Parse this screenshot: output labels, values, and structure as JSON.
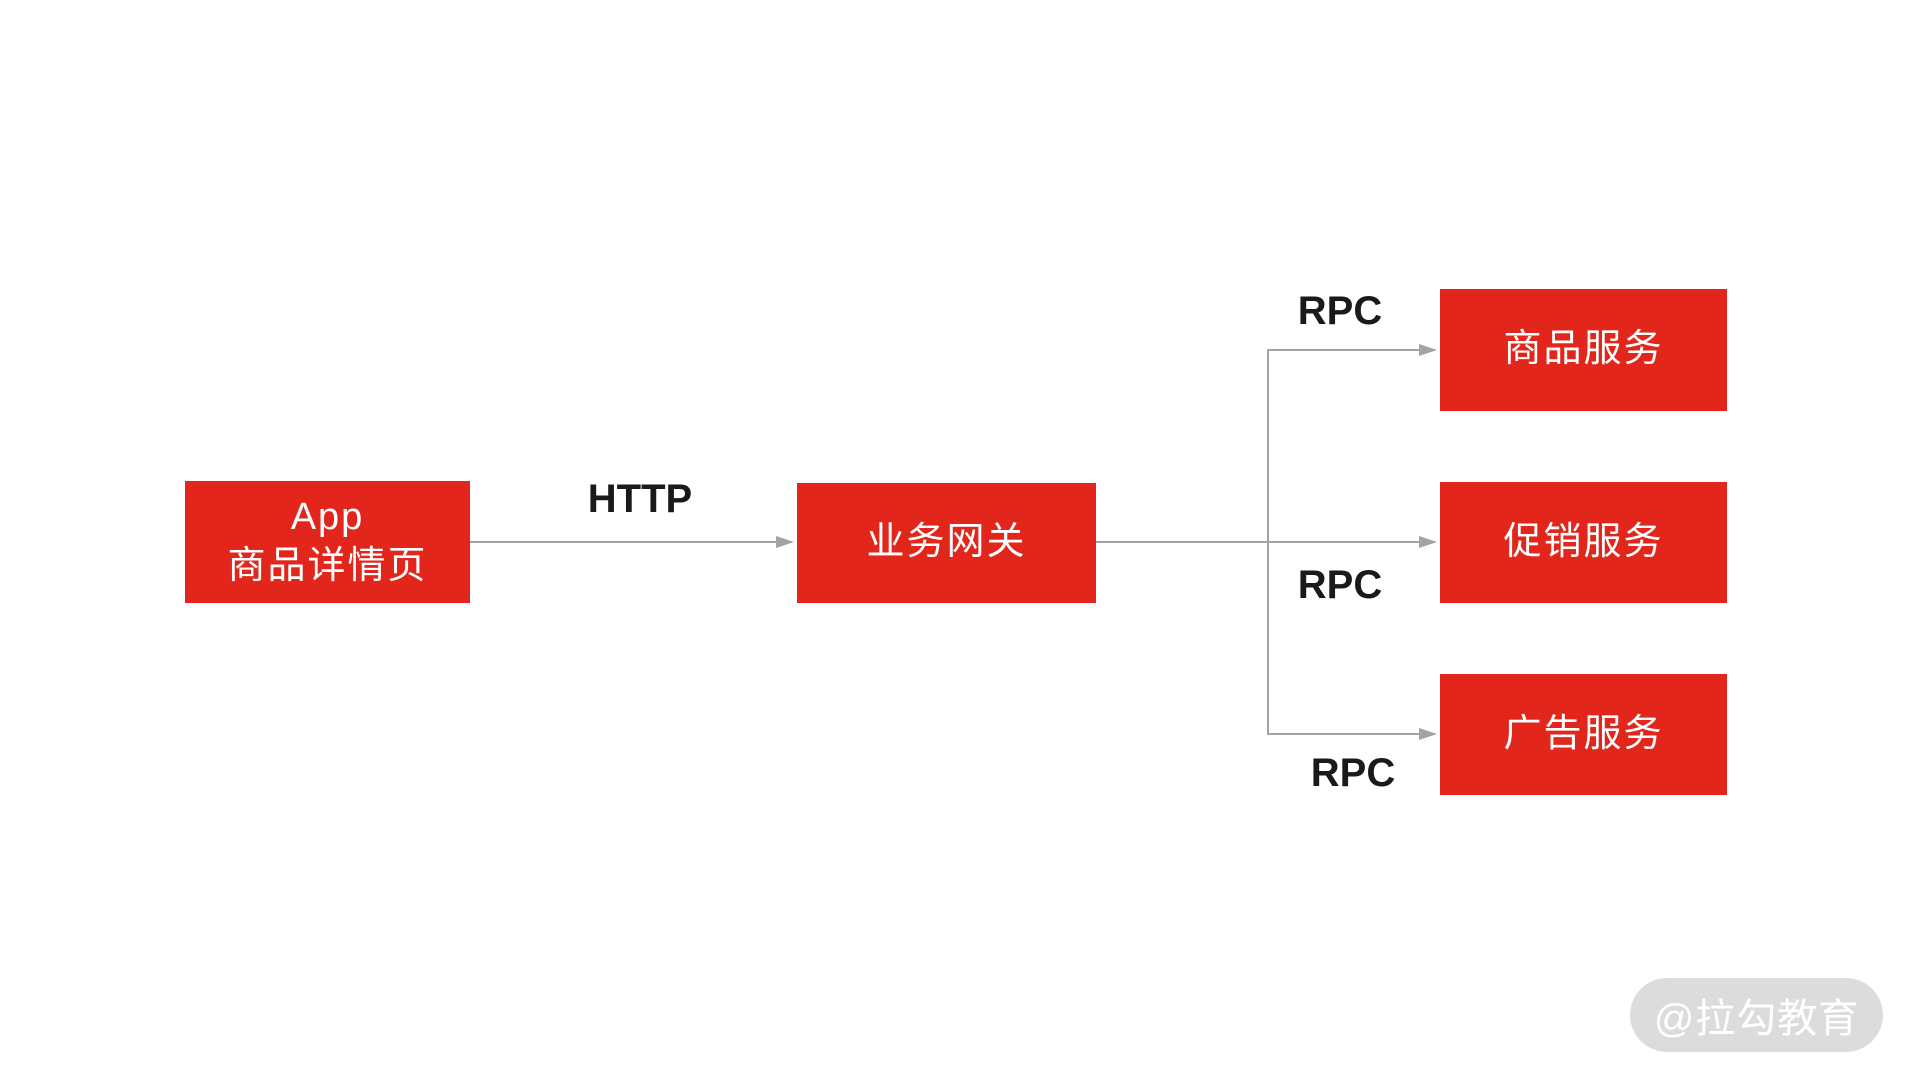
{
  "nodes": {
    "app": {
      "line1": "App",
      "line2": "商品详情页"
    },
    "gateway": {
      "label": "业务网关"
    },
    "product_service": {
      "label": "商品服务"
    },
    "promotion_service": {
      "label": "促销服务"
    },
    "ad_service": {
      "label": "广告服务"
    }
  },
  "edge_labels": {
    "http": "HTTP",
    "rpc_product": "RPC",
    "rpc_promotion": "RPC",
    "rpc_ad": "RPC"
  },
  "watermark": {
    "text": "@拉勾教育"
  },
  "colors": {
    "node_fill": "#e2261c",
    "node_text": "#ffffff",
    "edge": "#a3a3a3",
    "label_text": "#1a1a1a",
    "watermark_bg": "#dcdcdc",
    "watermark_text": "#ffffff"
  }
}
